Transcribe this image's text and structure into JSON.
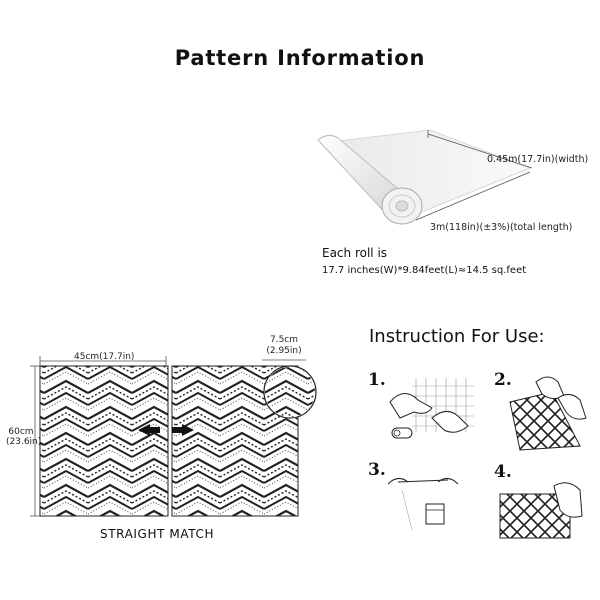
{
  "title": "Pattern Information",
  "roll": {
    "width_label": "0.45m(17.7in)(width)",
    "length_label": "3m(118in)(±3%)(total length)",
    "each_roll": "Each roll is",
    "each_roll_detail": "17.7 inches(W)*9.84feet(L)≈14.5 sq.feet"
  },
  "sample": {
    "width_label": "45cm(17.7in)",
    "repeat_label_1": "7.5cm",
    "repeat_label_2": "(2.95in)",
    "height_label_1": "60cm",
    "height_label_2": "(23.6in)",
    "match_label": "STRAIGHT MATCH"
  },
  "instructions": {
    "title": "Instruction For Use:",
    "steps": [
      "1.",
      "2.",
      "3.",
      "4."
    ]
  }
}
